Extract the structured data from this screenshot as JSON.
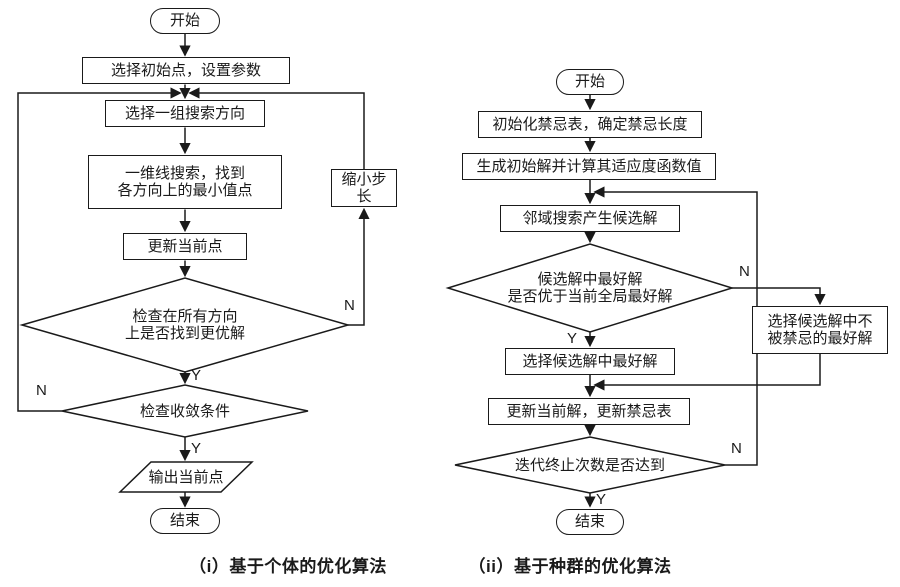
{
  "diagram": {
    "colors": {
      "stroke": "#1a1a1a",
      "text": "#1a1a1a",
      "background": "#ffffff"
    },
    "left": {
      "caption": "（i）基于个体的优化算法",
      "nodes": {
        "start": "开始",
        "init": "选择初始点，设置参数",
        "directions": "选择一组搜索方向",
        "line_search_1": "一维线搜索，找到",
        "line_search_2": "各方向上的最小值点",
        "update": "更新当前点",
        "check_dir_1": "检查在所有方向",
        "check_dir_2": "上是否找到更优解",
        "shrink_step": "缩小步长",
        "check_conv": "检查收敛条件",
        "output": "输出当前点",
        "end": "结束"
      },
      "labels": {
        "n_right": "N",
        "n_left": "N",
        "y_mid": "Y",
        "y_bottom": "Y"
      }
    },
    "right": {
      "caption": "（ii）基于种群的优化算法",
      "nodes": {
        "start": "开始",
        "init_tabu": "初始化禁忌表，确定禁忌长度",
        "gen_initial": "生成初始解并计算其适应度函数值",
        "neighborhood": "邻域搜索产生候选解",
        "best_check_1": "候选解中最好解",
        "best_check_2": "是否优于当前全局最好解",
        "non_tabu_1": "选择候选解中不",
        "non_tabu_2": "被禁忌的最好解",
        "select_best": "选择候选解中最好解",
        "update": "更新当前解，更新禁忌表",
        "iter_check": "迭代终止次数是否达到",
        "end": "结束"
      },
      "labels": {
        "n_top": "N",
        "n_bottom": "N",
        "y_mid": "Y",
        "y_bottom": "Y"
      }
    }
  }
}
